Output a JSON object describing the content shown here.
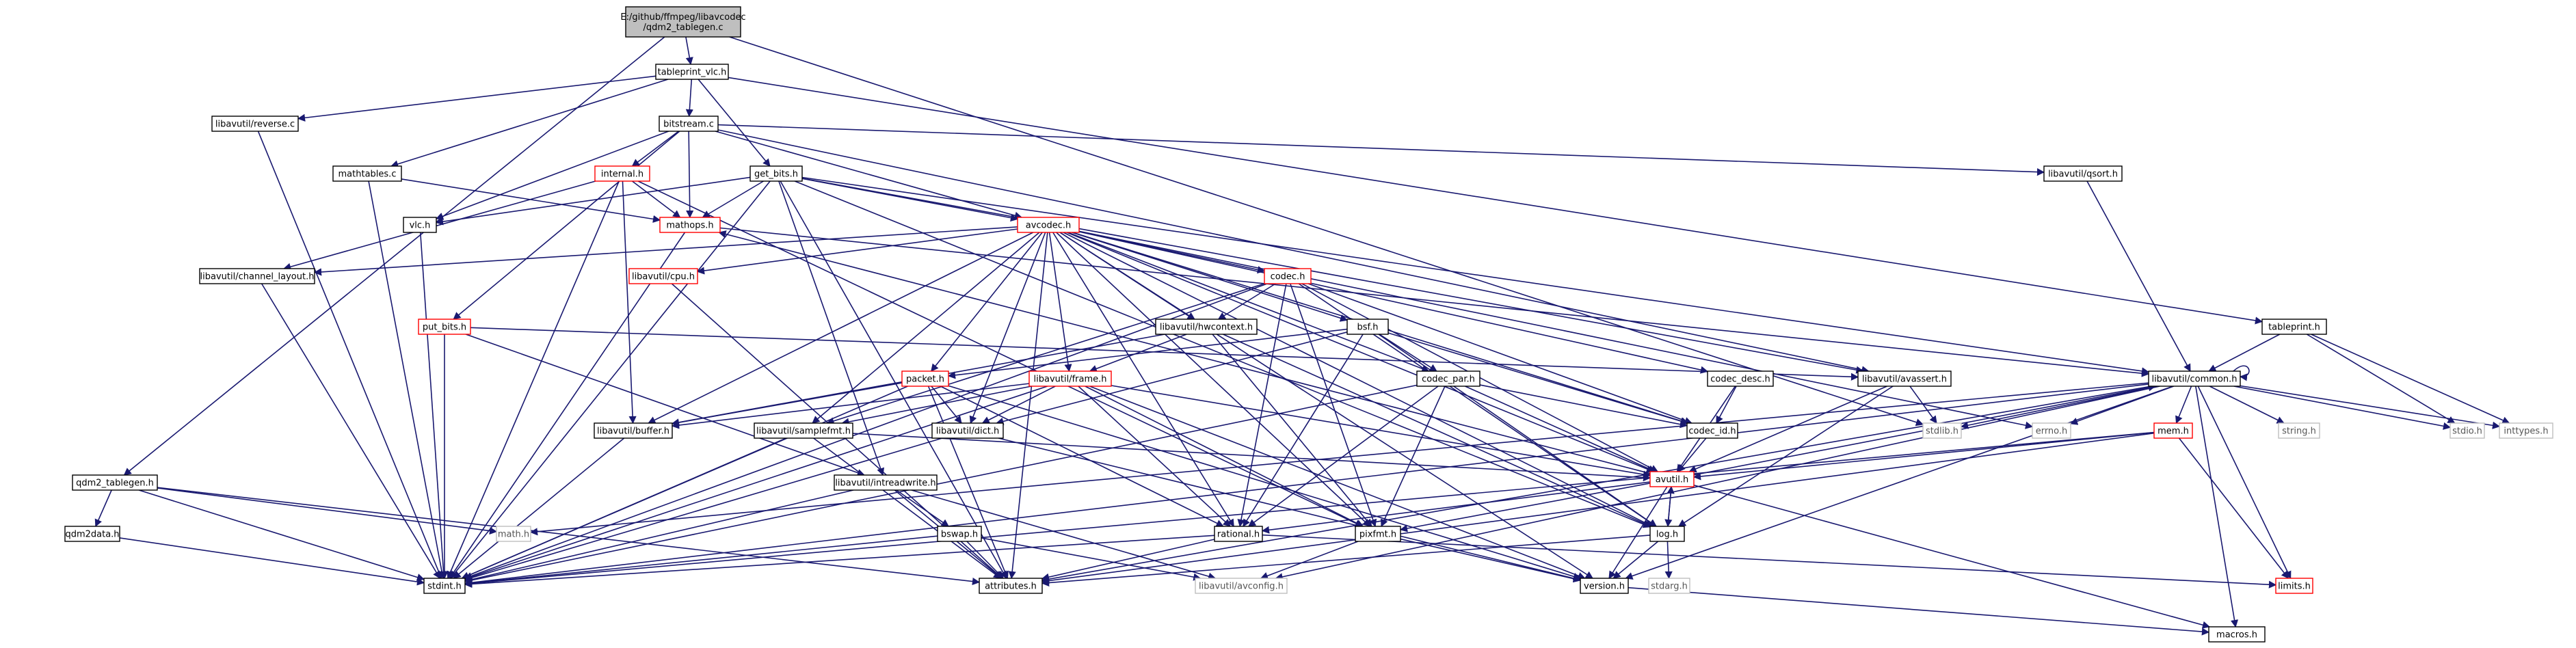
{
  "graph": {
    "title": "Include dependency graph",
    "colors": {
      "edge": "#191970",
      "root_fill": "#bfbfbf",
      "node_border": "#000000",
      "truncated_border": "#ff0000",
      "external_border": "#bfbfbf"
    },
    "nodes": [
      {
        "id": "root",
        "kind": "root",
        "lines": [
          "E:/github/ffmpeg/libavcodec",
          "/qdm2_tablegen.c"
        ]
      },
      {
        "id": "tableprint_vlc",
        "kind": "normal",
        "lines": [
          "tableprint_vlc.h"
        ]
      },
      {
        "id": "reverse",
        "kind": "normal",
        "lines": [
          "libavutil/reverse.c"
        ]
      },
      {
        "id": "bitstream",
        "kind": "normal",
        "lines": [
          "bitstream.c"
        ]
      },
      {
        "id": "qsort",
        "kind": "normal",
        "lines": [
          "libavutil/qsort.h"
        ]
      },
      {
        "id": "mathtables",
        "kind": "normal",
        "lines": [
          "mathtables.c"
        ]
      },
      {
        "id": "internal",
        "kind": "truncated",
        "lines": [
          "internal.h"
        ]
      },
      {
        "id": "get_bits",
        "kind": "normal",
        "lines": [
          "get_bits.h"
        ]
      },
      {
        "id": "vlc",
        "kind": "normal",
        "lines": [
          "vlc.h"
        ]
      },
      {
        "id": "mathops",
        "kind": "truncated",
        "lines": [
          "mathops.h"
        ]
      },
      {
        "id": "avcodec",
        "kind": "truncated",
        "lines": [
          "avcodec.h"
        ]
      },
      {
        "id": "channel_layout",
        "kind": "normal",
        "lines": [
          "libavutil/channel_layout.h"
        ]
      },
      {
        "id": "cpu",
        "kind": "truncated",
        "lines": [
          "libavutil/cpu.h"
        ]
      },
      {
        "id": "codec",
        "kind": "truncated",
        "lines": [
          "codec.h"
        ]
      },
      {
        "id": "tableprint",
        "kind": "normal",
        "lines": [
          "tableprint.h"
        ]
      },
      {
        "id": "put_bits",
        "kind": "truncated",
        "lines": [
          "put_bits.h"
        ]
      },
      {
        "id": "hwcontext",
        "kind": "normal",
        "lines": [
          "libavutil/hwcontext.h"
        ]
      },
      {
        "id": "bsf",
        "kind": "normal",
        "lines": [
          "bsf.h"
        ]
      },
      {
        "id": "packet",
        "kind": "truncated",
        "lines": [
          "packet.h"
        ]
      },
      {
        "id": "frame",
        "kind": "truncated",
        "lines": [
          "libavutil/frame.h"
        ]
      },
      {
        "id": "codec_par",
        "kind": "normal",
        "lines": [
          "codec_par.h"
        ]
      },
      {
        "id": "codec_desc",
        "kind": "normal",
        "lines": [
          "codec_desc.h"
        ]
      },
      {
        "id": "avassert",
        "kind": "normal",
        "lines": [
          "libavutil/avassert.h"
        ]
      },
      {
        "id": "common",
        "kind": "normal",
        "lines": [
          "libavutil/common.h"
        ]
      },
      {
        "id": "buffer",
        "kind": "normal",
        "lines": [
          "libavutil/buffer.h"
        ]
      },
      {
        "id": "samplefmt",
        "kind": "normal",
        "lines": [
          "libavutil/samplefmt.h"
        ]
      },
      {
        "id": "dict",
        "kind": "normal",
        "lines": [
          "libavutil/dict.h"
        ]
      },
      {
        "id": "codec_id",
        "kind": "normal",
        "lines": [
          "codec_id.h"
        ]
      },
      {
        "id": "stdlib",
        "kind": "external",
        "lines": [
          "stdlib.h"
        ]
      },
      {
        "id": "errno",
        "kind": "external",
        "lines": [
          "errno.h"
        ]
      },
      {
        "id": "string",
        "kind": "external",
        "lines": [
          "string.h"
        ]
      },
      {
        "id": "stdio",
        "kind": "external",
        "lines": [
          "stdio.h"
        ]
      },
      {
        "id": "inttypes",
        "kind": "external",
        "lines": [
          "inttypes.h"
        ]
      },
      {
        "id": "mem",
        "kind": "truncated",
        "lines": [
          "mem.h"
        ]
      },
      {
        "id": "avutil",
        "kind": "truncated",
        "lines": [
          "avutil.h"
        ]
      },
      {
        "id": "qdm2_tablegen",
        "kind": "normal",
        "lines": [
          "qdm2_tablegen.h"
        ]
      },
      {
        "id": "intreadwrite",
        "kind": "normal",
        "lines": [
          "libavutil/intreadwrite.h"
        ]
      },
      {
        "id": "qdm2data",
        "kind": "normal",
        "lines": [
          "qdm2data.h"
        ]
      },
      {
        "id": "math",
        "kind": "external",
        "lines": [
          "math.h"
        ]
      },
      {
        "id": "bswap",
        "kind": "normal",
        "lines": [
          "bswap.h"
        ]
      },
      {
        "id": "rational",
        "kind": "normal",
        "lines": [
          "rational.h"
        ]
      },
      {
        "id": "pixfmt",
        "kind": "normal",
        "lines": [
          "pixfmt.h"
        ]
      },
      {
        "id": "log",
        "kind": "normal",
        "lines": [
          "log.h"
        ]
      },
      {
        "id": "stdint",
        "kind": "normal",
        "lines": [
          "stdint.h"
        ]
      },
      {
        "id": "attributes",
        "kind": "normal",
        "lines": [
          "attributes.h"
        ]
      },
      {
        "id": "avconfig",
        "kind": "external",
        "lines": [
          "libavutil/avconfig.h"
        ]
      },
      {
        "id": "version",
        "kind": "normal",
        "lines": [
          "version.h"
        ]
      },
      {
        "id": "stdarg",
        "kind": "external",
        "lines": [
          "stdarg.h"
        ]
      },
      {
        "id": "limits",
        "kind": "truncated",
        "lines": [
          "limits.h"
        ]
      },
      {
        "id": "macros",
        "kind": "normal",
        "lines": [
          "macros.h"
        ]
      }
    ],
    "edges": [
      [
        "root",
        "tableprint_vlc"
      ],
      [
        "root",
        "qdm2_tablegen"
      ],
      [
        "root",
        "stdlib"
      ],
      [
        "tableprint_vlc",
        "reverse"
      ],
      [
        "tableprint_vlc",
        "bitstream"
      ],
      [
        "tableprint_vlc",
        "mathtables"
      ],
      [
        "tableprint_vlc",
        "get_bits"
      ],
      [
        "tableprint_vlc",
        "tableprint"
      ],
      [
        "reverse",
        "stdint"
      ],
      [
        "mathtables",
        "stdint"
      ],
      [
        "mathtables",
        "mathops"
      ],
      [
        "bitstream",
        "internal"
      ],
      [
        "bitstream",
        "avcodec"
      ],
      [
        "bitstream",
        "mathops"
      ],
      [
        "bitstream",
        "vlc"
      ],
      [
        "bitstream",
        "put_bits"
      ],
      [
        "bitstream",
        "qsort"
      ],
      [
        "bitstream",
        "avassert"
      ],
      [
        "internal",
        "stdint"
      ],
      [
        "internal",
        "channel_layout"
      ],
      [
        "internal",
        "buffer"
      ],
      [
        "internal",
        "pixfmt"
      ],
      [
        "internal",
        "mathops"
      ],
      [
        "get_bits",
        "vlc"
      ],
      [
        "get_bits",
        "avcodec"
      ],
      [
        "get_bits",
        "mathops"
      ],
      [
        "get_bits",
        "stdint"
      ],
      [
        "get_bits",
        "intreadwrite"
      ],
      [
        "get_bits",
        "attributes"
      ],
      [
        "get_bits",
        "avassert"
      ],
      [
        "get_bits",
        "common"
      ],
      [
        "get_bits",
        "log"
      ],
      [
        "vlc",
        "stdint"
      ],
      [
        "mathops",
        "stdint"
      ],
      [
        "mathops",
        "common"
      ],
      [
        "qsort",
        "common"
      ],
      [
        "channel_layout",
        "stdint"
      ],
      [
        "cpu",
        "attributes"
      ],
      [
        "avcodec",
        "cpu"
      ],
      [
        "avcodec",
        "channel_layout"
      ],
      [
        "avcodec",
        "errno"
      ],
      [
        "avcodec",
        "samplefmt"
      ],
      [
        "avcodec",
        "attributes"
      ],
      [
        "avcodec",
        "avutil"
      ],
      [
        "avcodec",
        "buffer"
      ],
      [
        "avcodec",
        "dict"
      ],
      [
        "avcodec",
        "frame"
      ],
      [
        "avcodec",
        "log"
      ],
      [
        "avcodec",
        "pixfmt"
      ],
      [
        "avcodec",
        "rational"
      ],
      [
        "avcodec",
        "codec"
      ],
      [
        "avcodec",
        "codec_desc"
      ],
      [
        "avcodec",
        "codec_id"
      ],
      [
        "avcodec",
        "packet"
      ],
      [
        "avcodec",
        "bsf"
      ],
      [
        "avcodec",
        "codec_par"
      ],
      [
        "avcodec",
        "hwcontext"
      ],
      [
        "avcodec",
        "version"
      ],
      [
        "codec",
        "stdint"
      ],
      [
        "codec",
        "avutil"
      ],
      [
        "codec",
        "hwcontext"
      ],
      [
        "codec",
        "log"
      ],
      [
        "codec",
        "pixfmt"
      ],
      [
        "codec",
        "rational"
      ],
      [
        "codec",
        "samplefmt"
      ],
      [
        "codec",
        "codec_id"
      ],
      [
        "tableprint",
        "inttypes"
      ],
      [
        "tableprint",
        "stdio"
      ],
      [
        "tableprint",
        "common"
      ],
      [
        "put_bits",
        "stdint"
      ],
      [
        "put_bits",
        "intreadwrite"
      ],
      [
        "put_bits",
        "avassert"
      ],
      [
        "hwcontext",
        "buffer"
      ],
      [
        "hwcontext",
        "frame"
      ],
      [
        "hwcontext",
        "log"
      ],
      [
        "hwcontext",
        "pixfmt"
      ],
      [
        "bsf",
        "dict"
      ],
      [
        "bsf",
        "log"
      ],
      [
        "bsf",
        "rational"
      ],
      [
        "bsf",
        "codec_id"
      ],
      [
        "bsf",
        "codec_par"
      ],
      [
        "bsf",
        "packet"
      ],
      [
        "packet",
        "stdint"
      ],
      [
        "packet",
        "attributes"
      ],
      [
        "packet",
        "buffer"
      ],
      [
        "packet",
        "dict"
      ],
      [
        "packet",
        "rational"
      ],
      [
        "packet",
        "version"
      ],
      [
        "frame",
        "stdint"
      ],
      [
        "frame",
        "avutil"
      ],
      [
        "frame",
        "buffer"
      ],
      [
        "frame",
        "dict"
      ],
      [
        "frame",
        "rational"
      ],
      [
        "frame",
        "samplefmt"
      ],
      [
        "frame",
        "pixfmt"
      ],
      [
        "frame",
        "version"
      ],
      [
        "codec_par",
        "stdint"
      ],
      [
        "codec_par",
        "avutil"
      ],
      [
        "codec_par",
        "rational"
      ],
      [
        "codec_par",
        "pixfmt"
      ],
      [
        "codec_par",
        "codec_id"
      ],
      [
        "codec_desc",
        "avutil"
      ],
      [
        "codec_desc",
        "codec_id"
      ],
      [
        "avassert",
        "stdlib"
      ],
      [
        "avassert",
        "avutil"
      ],
      [
        "avassert",
        "log"
      ],
      [
        "common",
        "errno"
      ],
      [
        "common",
        "inttypes"
      ],
      [
        "common",
        "limits"
      ],
      [
        "common",
        "math"
      ],
      [
        "common",
        "stdint"
      ],
      [
        "common",
        "stdio"
      ],
      [
        "common",
        "stdlib"
      ],
      [
        "common",
        "string"
      ],
      [
        "common",
        "attributes"
      ],
      [
        "common",
        "macros"
      ],
      [
        "common",
        "version"
      ],
      [
        "common",
        "avconfig"
      ],
      [
        "common",
        "mem"
      ],
      [
        "common",
        "common"
      ],
      [
        "mem",
        "limits"
      ],
      [
        "mem",
        "stdint"
      ],
      [
        "mem",
        "attributes"
      ],
      [
        "mem",
        "avutil"
      ],
      [
        "avutil",
        "common"
      ],
      [
        "avutil",
        "rational"
      ],
      [
        "avutil",
        "version"
      ],
      [
        "avutil",
        "macros"
      ],
      [
        "avutil",
        "mathops"
      ],
      [
        "avutil",
        "log"
      ],
      [
        "avutil",
        "pixfmt"
      ],
      [
        "buffer",
        "stdint"
      ],
      [
        "samplefmt",
        "stdint"
      ],
      [
        "samplefmt",
        "avutil"
      ],
      [
        "samplefmt",
        "attributes"
      ],
      [
        "dict",
        "stdint"
      ],
      [
        "dict",
        "version"
      ],
      [
        "codec_id",
        "avutil"
      ],
      [
        "qdm2_tablegen",
        "qdm2data"
      ],
      [
        "qdm2_tablegen",
        "math"
      ],
      [
        "qdm2_tablegen",
        "stdint"
      ],
      [
        "qdm2_tablegen",
        "attributes"
      ],
      [
        "intreadwrite",
        "stdint"
      ],
      [
        "intreadwrite",
        "avconfig"
      ],
      [
        "intreadwrite",
        "attributes"
      ],
      [
        "intreadwrite",
        "bswap"
      ],
      [
        "qdm2data",
        "stdint"
      ],
      [
        "bswap",
        "stdint"
      ],
      [
        "bswap",
        "avconfig"
      ],
      [
        "bswap",
        "attributes"
      ],
      [
        "rational",
        "stdint"
      ],
      [
        "rational",
        "limits"
      ],
      [
        "rational",
        "attributes"
      ],
      [
        "pixfmt",
        "avconfig"
      ],
      [
        "pixfmt",
        "version"
      ],
      [
        "log",
        "stdarg"
      ],
      [
        "log",
        "avutil"
      ],
      [
        "log",
        "attributes"
      ],
      [
        "log",
        "version"
      ],
      [
        "version",
        "macros"
      ]
    ]
  }
}
